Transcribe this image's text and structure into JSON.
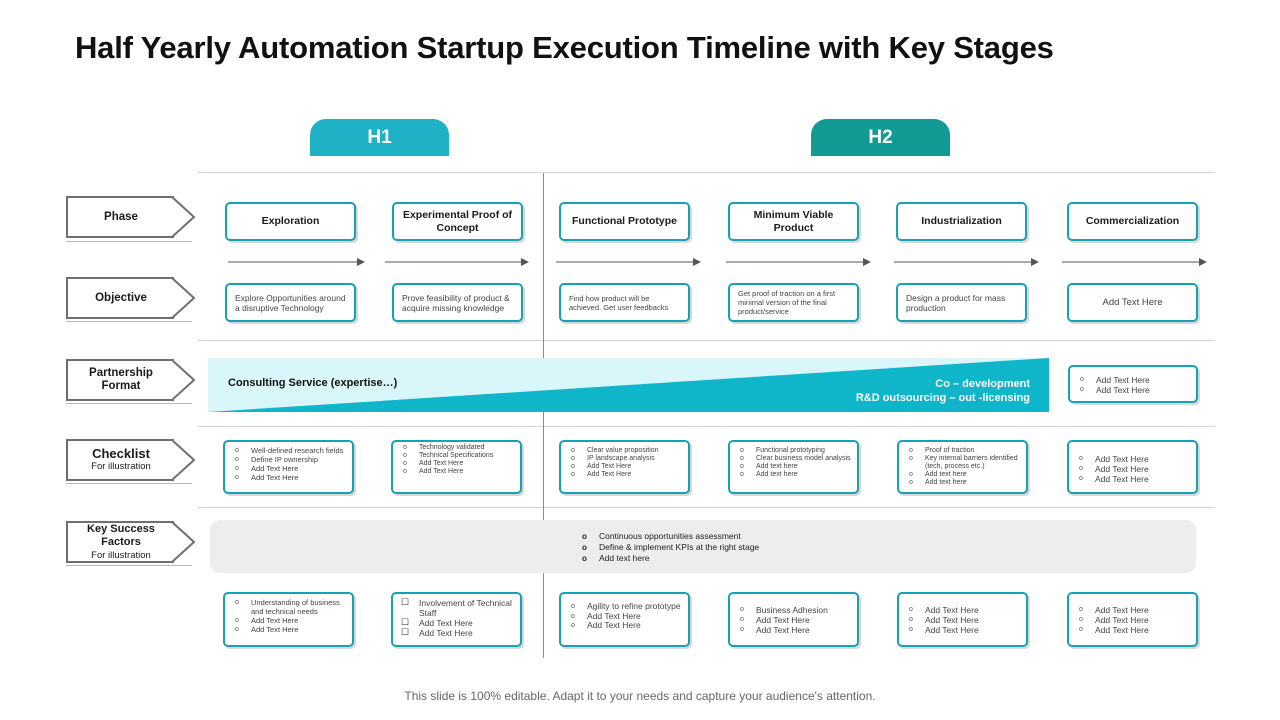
{
  "title": "Half Yearly Automation Startup Execution Timeline with Key Stages",
  "halves": {
    "h1": "H1",
    "h2": "H2"
  },
  "rows": {
    "phase": "Phase",
    "objective": "Objective",
    "partnership": "Partnership Format",
    "checklist": "Checklist",
    "checklist_sub": "For illustration",
    "ksf": "Key Success Factors",
    "ksf_sub": "For illustration"
  },
  "phases": [
    "Exploration",
    "Experimental Proof of Concept",
    "Functional Prototype",
    "Minimum Viable Product",
    "Industrialization",
    "Commercialization"
  ],
  "objectives": [
    "Explore Opportunities around a disruptive Technology",
    "Prove feasibility of product & acquire missing knowledge",
    "Find how product will be achieved. Get user feedbacks",
    "Get proof of traction on a first minimal version of the final product/service",
    "Design a product for mass production",
    "Add Text Here"
  ],
  "partnership": {
    "left": "Consulting  Service (expertise…)",
    "right_1": "Co – development",
    "right_2": "R&D outsourcing – out -licensing",
    "extra": [
      "Add Text Here",
      "Add Text Here"
    ]
  },
  "checklists": [
    [
      "Well-defined research fields",
      "Define IP ownership",
      "Add Text Here",
      "Add Text Here"
    ],
    [
      "Technology validated",
      "Technical Specifications",
      "Add Text Here",
      "Add Text Here"
    ],
    [
      "Clear value proposition",
      "IP landscape analysis",
      "Add Text Here",
      "Add Text Here"
    ],
    [
      "Functional prototyping",
      "Clear business model analysis",
      "Add text here",
      "Add text here"
    ],
    [
      "Proof of traction",
      "Key internal barriers identified (tech, process etc.)",
      "Add text here",
      "Add text here"
    ],
    [
      "Add Text Here",
      "Add Text Here",
      "Add Text Here"
    ]
  ],
  "ksf_common": [
    "Continuous opportunities assessment",
    "Define & implement KPIs at the right stage",
    "Add text here"
  ],
  "ksf_boxes": [
    [
      "Understanding  of business  and  technical needs",
      "Add Text Here",
      "Add Text Here"
    ],
    [
      "Involvement of Technical Staff",
      "Add Text Here",
      "Add Text Here"
    ],
    [
      "Agility to refine prototype",
      "Add Text Here",
      "Add Text Here"
    ],
    [
      "Business Adhesion",
      "Add Text Here",
      "Add Text Here"
    ],
    [
      "Add Text Here",
      "Add Text Here",
      "Add Text Here"
    ],
    [
      "Add Text Here",
      "Add Text Here",
      "Add Text Here"
    ]
  ],
  "colors": {
    "h1": "#1fb2c7",
    "h2": "#129a94",
    "box_border": "#17a2b4",
    "band_light": "#d9f6fa",
    "band_dark": "#0fb5c9"
  },
  "footer": "This slide is 100% editable. Adapt it to your needs and capture your audience's attention."
}
